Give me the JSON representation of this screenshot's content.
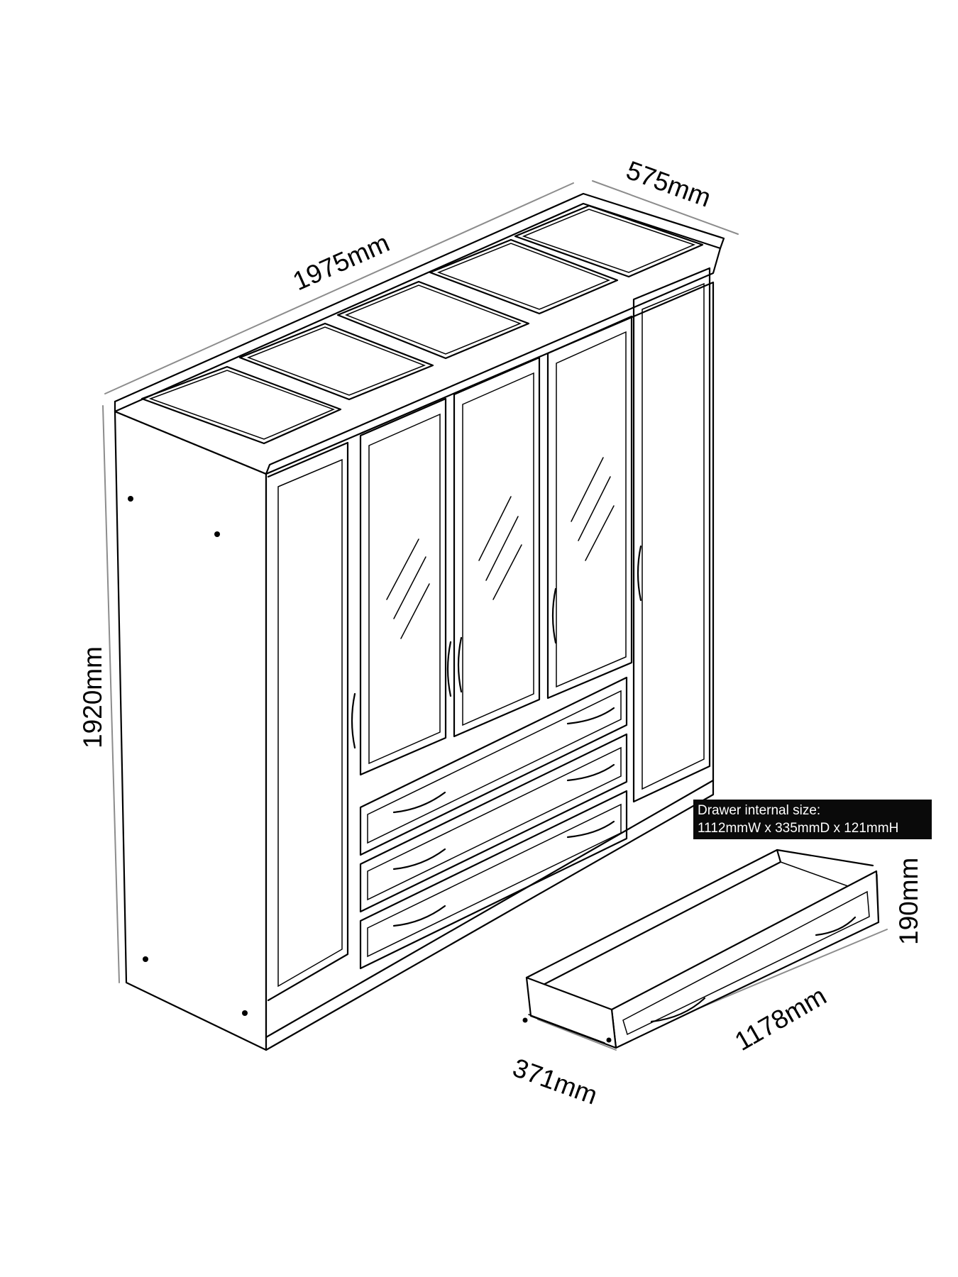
{
  "dimensions": {
    "width": "1975mm",
    "depth": "575mm",
    "height": "1920mm",
    "drawer_height": "190mm",
    "drawer_width": "1178mm",
    "drawer_depth": "371mm"
  },
  "drawer_note": {
    "line1": "Drawer internal size:",
    "line2": "1112mmW x 335mmD x 121mmH"
  },
  "colors": {
    "outline": "#000000",
    "dimension_line": "#8c8c8c",
    "note_background": "#0a0a0a",
    "note_text": "#ffffff"
  }
}
